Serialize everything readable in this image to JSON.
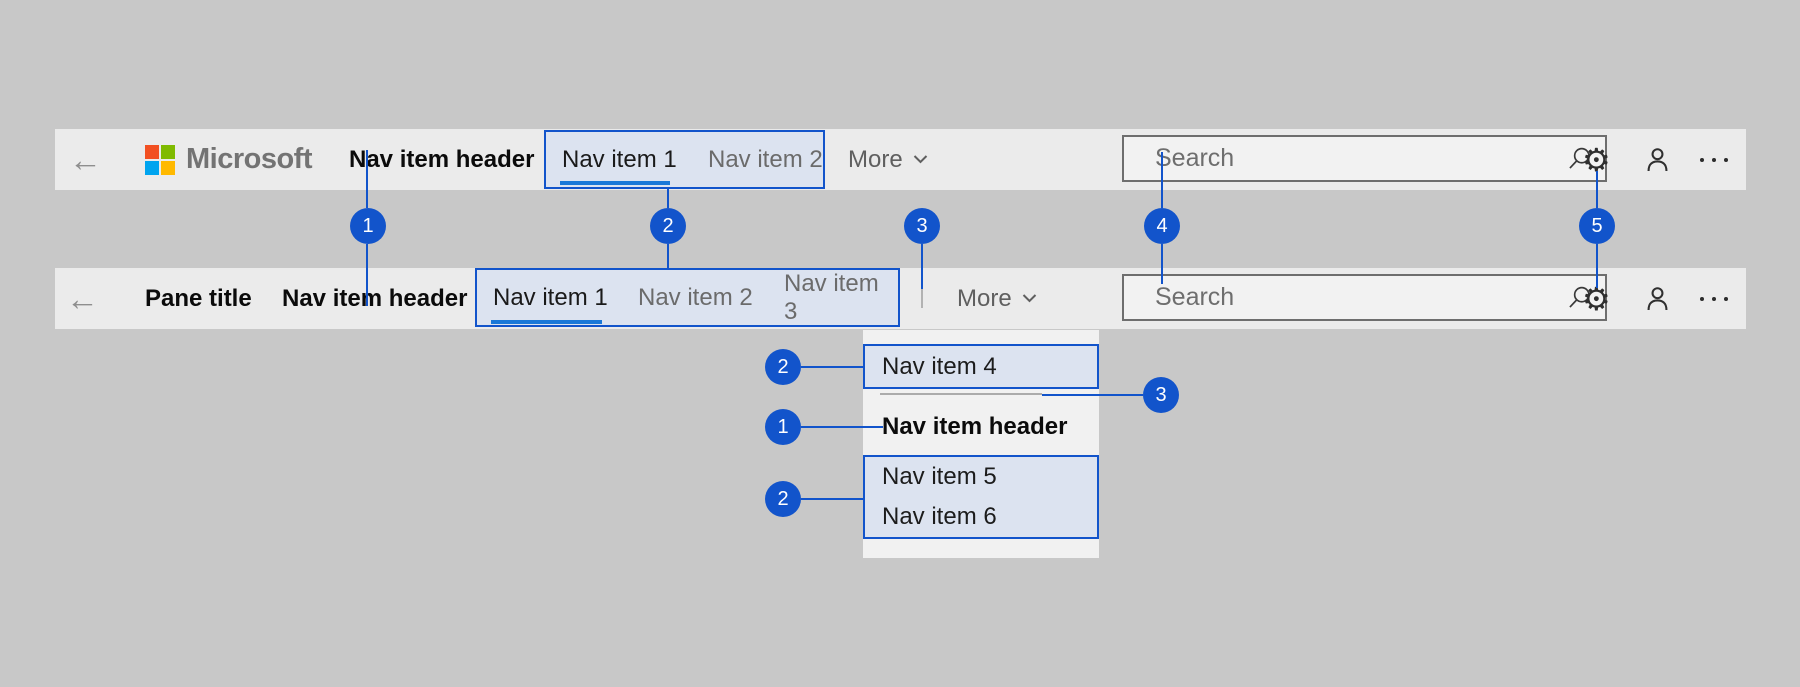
{
  "colors": {
    "background": "#c8c8c8",
    "bar_background": "#ebebeb",
    "panel_background": "#f1f1f1",
    "annotation_blue": "#1254cb",
    "highlight_fill": "#dce3f0",
    "tab_underline_blue": "#1a78d8",
    "logo_red": "#f25022",
    "logo_green": "#7fba00",
    "logo_blue": "#00a4ef",
    "logo_yellow": "#ffb900"
  },
  "top_bar": {
    "logo_text": "Microsoft",
    "nav_item_header": "Nav item header",
    "nav_item_1": "Nav item 1",
    "nav_item_2": "Nav item 2",
    "more_label": "More",
    "search_placeholder": "Search"
  },
  "pane_bar": {
    "pane_title": "Pane title",
    "nav_item_header": "Nav item header",
    "nav_item_1": "Nav item 1",
    "nav_item_2": "Nav item 2",
    "nav_item_3": "Nav item 3",
    "more_label": "More",
    "search_placeholder": "Search"
  },
  "dropdown": {
    "item_4": "Nav item 4",
    "header": "Nav item header",
    "item_5": "Nav item 5",
    "item_6": "Nav item 6"
  },
  "callouts": {
    "c1": "1",
    "c2": "2",
    "c3": "3",
    "c4": "4",
    "c5": "5",
    "dropdown_item4": "2",
    "dropdown_header": "1",
    "dropdown_items56": "2",
    "dropdown_separator": "3"
  }
}
